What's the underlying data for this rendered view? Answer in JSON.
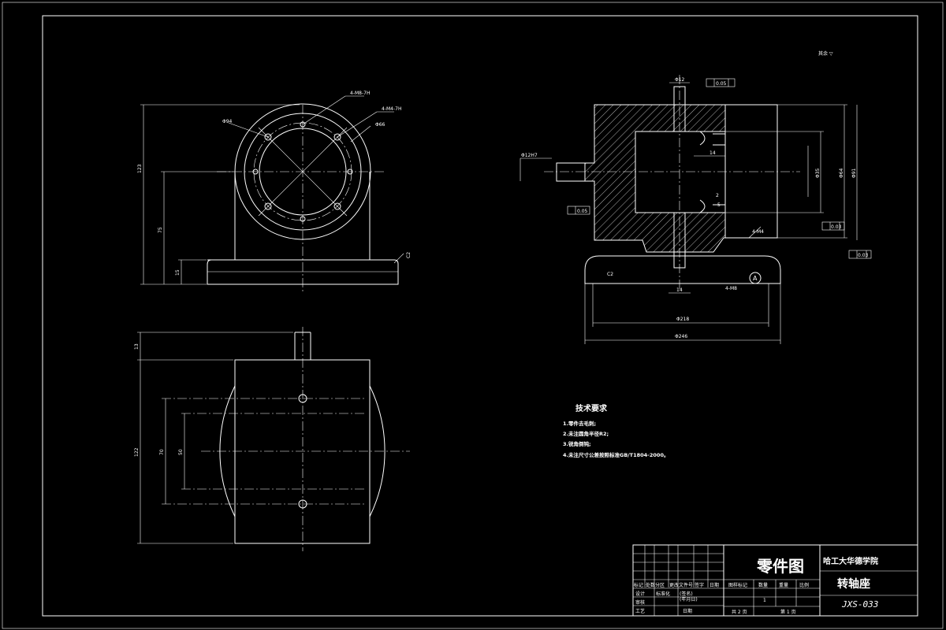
{
  "roughness_note": "其余 ▽",
  "title_block": {
    "drawing_type": "零件图",
    "school": "哈工大华德学院",
    "part_name": "转轴座",
    "drawing_no": "JXS-033",
    "scale_label": "比例",
    "quantity_label": "数量",
    "quantity_value": "1",
    "weight_label": "重量",
    "stage_label": "图样标记",
    "sheets_total": "共 2 页",
    "sheet_no": "第 1 页",
    "rev_header": [
      "标记",
      "处数",
      "分区",
      "更改文件号",
      "签字",
      "日期"
    ],
    "rows": [
      "设计",
      "标准化",
      "审核",
      "工艺",
      "日期",
      "(签名)",
      "(年月日)"
    ]
  },
  "tech_requirements": {
    "title": "技术要求",
    "items": [
      "1.零件去毛刺;",
      "2.未注圆角半径R2;",
      "3.锐角倒钝;",
      "4.未注尺寸公差按照标准GB/T1804-2000。"
    ]
  },
  "front_view": {
    "dims": {
      "holes_top": "4-M8-7H",
      "holes_side": "4-M4-7H",
      "d_outer": "Φ94",
      "d_inner": "Φ66",
      "height_total": "123",
      "height_axis": "75",
      "height_base": "15",
      "base_chamfer": "C2"
    }
  },
  "top_view": {
    "dims": {
      "stub": "13",
      "width": "122",
      "w_mid": "70",
      "w_in": "50"
    }
  },
  "section_view": {
    "datum": "A",
    "dims": {
      "d_top": "Φ12",
      "d_side_in": "Φ12H7",
      "d_bore_a": "Φ35",
      "d_bore_b": "Φ64",
      "d_bore_c": "Φ91",
      "d_base_a": "Φ218",
      "d_base_b": "Φ246",
      "w_14a": "14",
      "w_14b": "14",
      "w_2": "2",
      "w_5": "5",
      "d_m4": "4-M4",
      "d_m8": "4-M8",
      "c_note": "C2",
      "tol_top": "0.05",
      "tol_left": "0.05",
      "tol_right_a": "0.03",
      "tol_right_b": "0.03"
    }
  }
}
